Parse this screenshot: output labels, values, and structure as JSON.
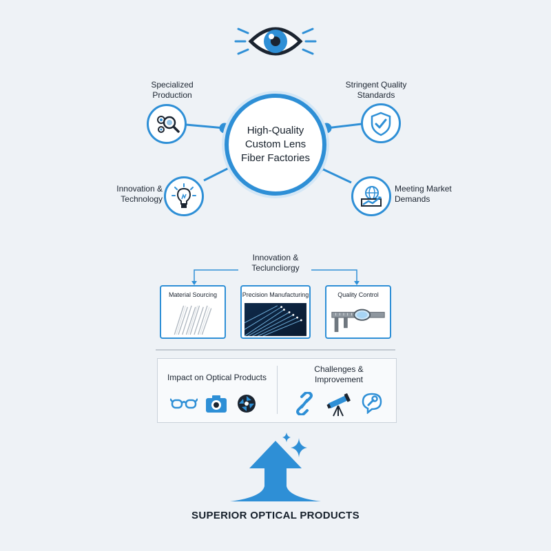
{
  "hub": {
    "title": "High-Quality Custom Lens Fiber Factories"
  },
  "satellites": {
    "specialized": "Specialized Production",
    "stringent": "Stringent Quality Standards",
    "innovation": "Innovation & Technology",
    "meeting": "Meeting Market Demands"
  },
  "process": {
    "heading": "Innovation & Tecluncliorgy",
    "steps": [
      "Material Sourcing",
      "Precision Manufacturing",
      "Quality Control"
    ]
  },
  "impact": {
    "left_title": "Impact on Optical Products",
    "right_title": "Challenges & Improvement"
  },
  "footer": {
    "title": "SUPERIOR OPTICAL PRODUCTS"
  },
  "colors": {
    "accent": "#2e8fd6",
    "dark": "#16202b",
    "panel_border": "#c9d1da"
  },
  "icons": [
    "eye-icon",
    "gears-magnifier-icon",
    "shield-check-icon",
    "lightbulb-icon",
    "globe-chart-icon",
    "glasses-icon",
    "camera-icon",
    "aperture-icon",
    "chain-link-icon",
    "telescope-icon",
    "wrench-bubble-icon",
    "arrow-up-icon",
    "sparkle-icon"
  ]
}
